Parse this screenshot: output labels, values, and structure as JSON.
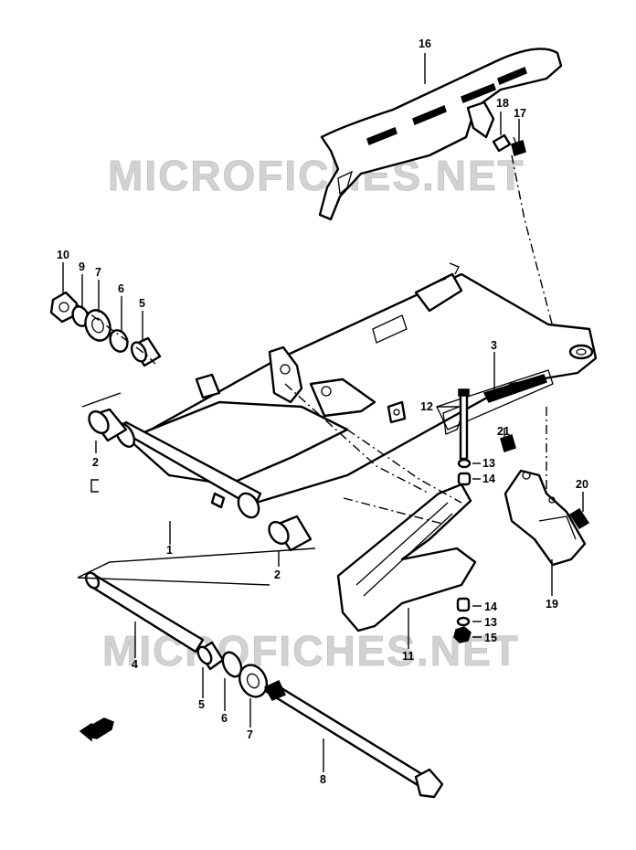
{
  "watermarks": [
    "MICROFICHES.NET",
    "MICROFICHES.NET"
  ],
  "callouts": {
    "c1": "1",
    "c2a": "2",
    "c2b": "2",
    "c3": "3",
    "c4": "4",
    "c5a": "5",
    "c5b": "5",
    "c6a": "6",
    "c6b": "6",
    "c7a": "7",
    "c7b": "7",
    "c8": "8",
    "c9": "9",
    "c10": "10",
    "c11": "11",
    "c12": "12",
    "c13a": "13",
    "c13b": "13",
    "c14a": "14",
    "c14b": "14",
    "c15": "15",
    "c16": "16",
    "c17": "17",
    "c18": "18",
    "c19": "19",
    "c20": "20",
    "c21": "21"
  },
  "icons": {
    "front_arrow": "front-arrow-icon"
  }
}
